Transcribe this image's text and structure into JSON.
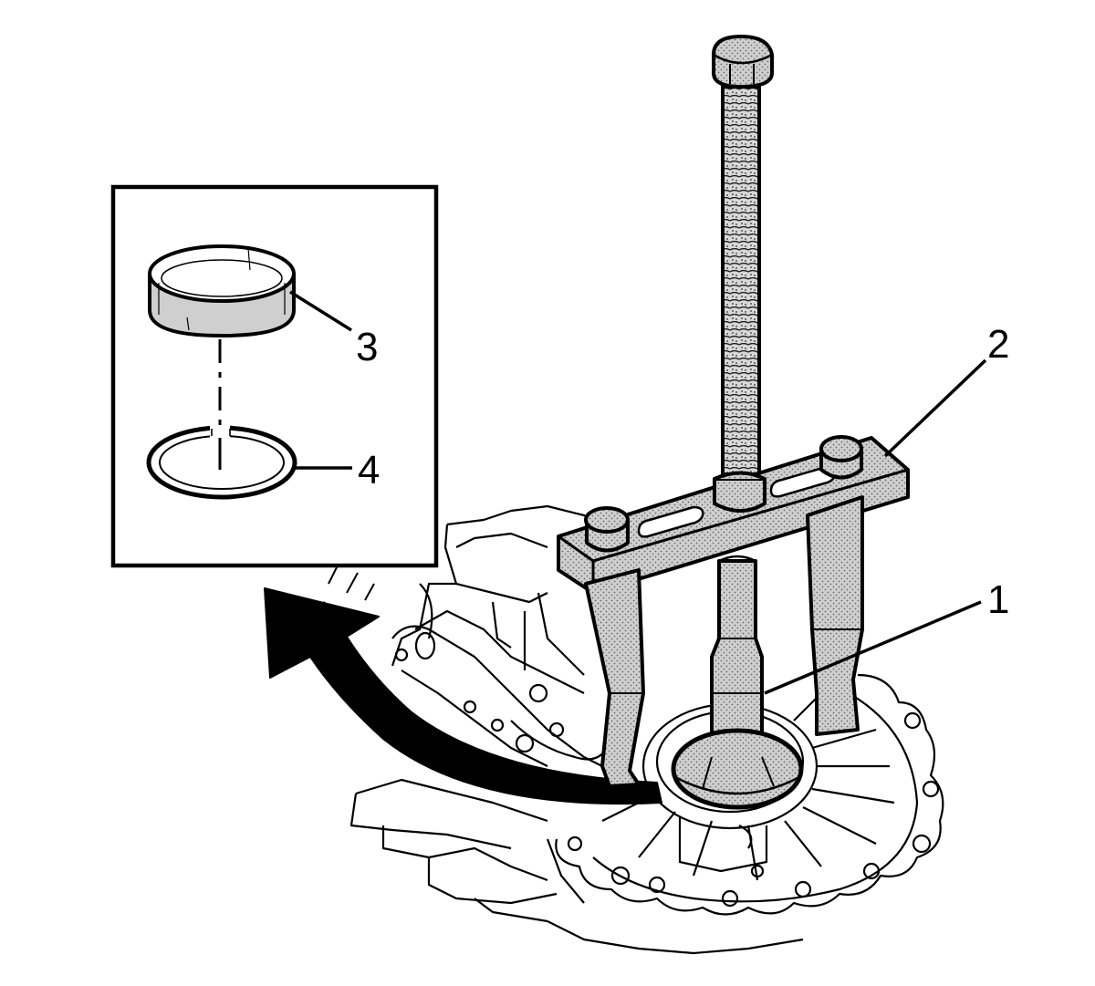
{
  "callouts": {
    "part_1": "1",
    "part_2": "2",
    "part_3": "3",
    "part_4": "4"
  },
  "colors": {
    "ink": "#000000",
    "tool_fill": "#c8c8c8",
    "background": "#ffffff"
  }
}
